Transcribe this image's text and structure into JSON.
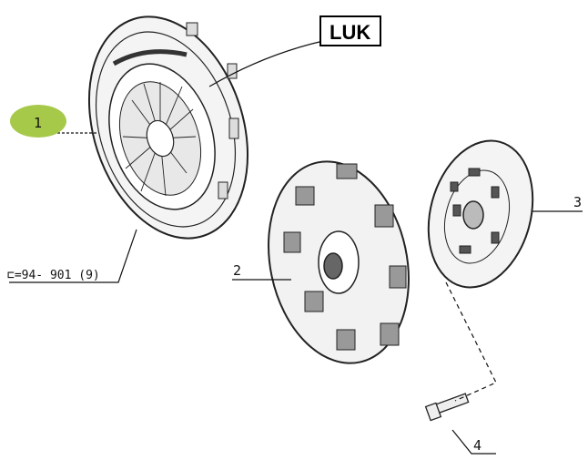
{
  "callouts": {
    "item1": "1",
    "item2": "2",
    "item3": "3",
    "item4": "4",
    "brand": "LUK",
    "reference": "⊏=94- 901 (9)"
  },
  "colors": {
    "highlight": "#a6c94a",
    "ink": "#111111"
  }
}
